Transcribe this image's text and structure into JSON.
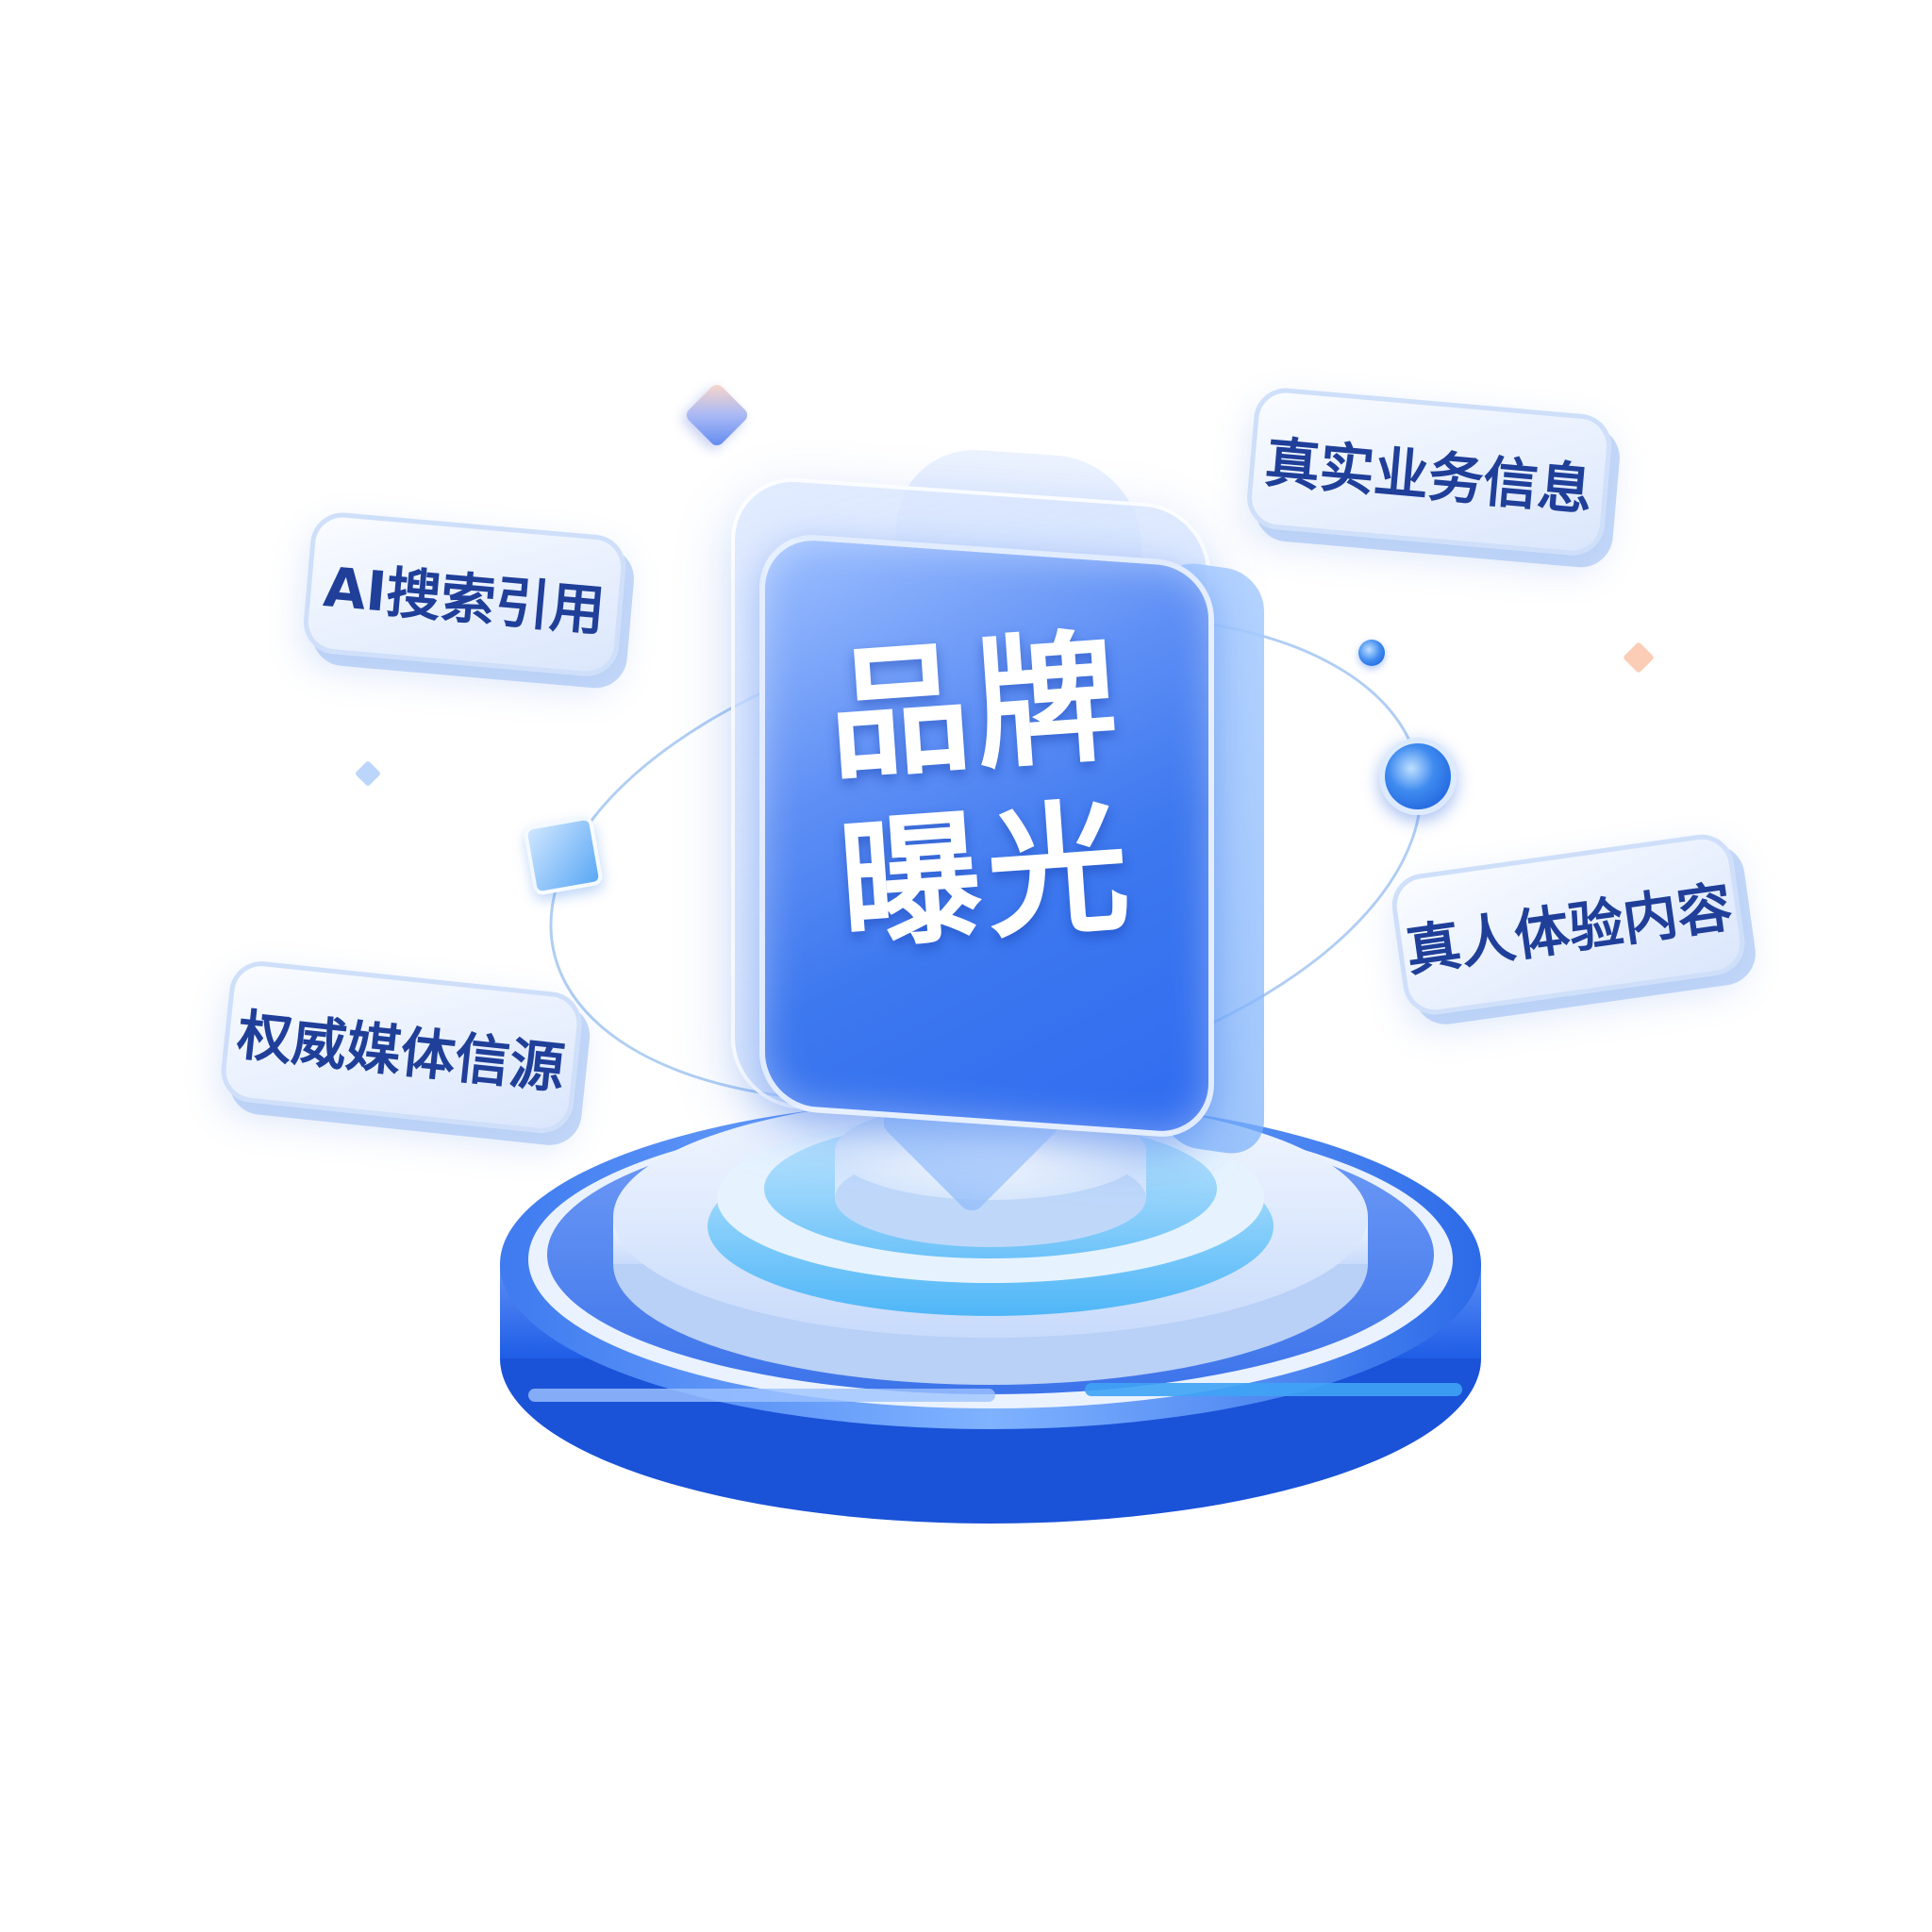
{
  "title_line_1": "品牌",
  "title_line_2": "曝光",
  "tags": {
    "ai_search": "AI搜索引用",
    "real_business": "真实业务信息",
    "authority_media": "权威媒体信源",
    "real_experience": "真人体验内容"
  },
  "colors": {
    "primary_blue": "#2f6cf0",
    "light_blue": "#dbe8ff",
    "label_text": "#1f3f99",
    "background": "#ffffff"
  },
  "icons": [
    "cube-icon",
    "gem-icon",
    "sparkle-icon",
    "orb-icon"
  ]
}
